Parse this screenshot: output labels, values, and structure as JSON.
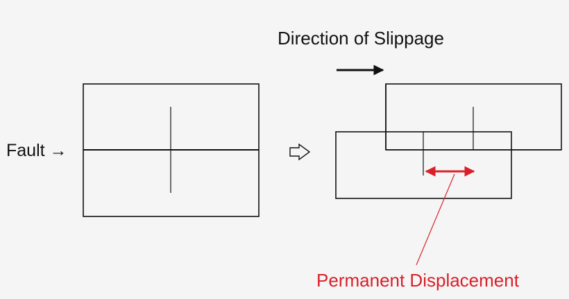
{
  "labels": {
    "direction": "Direction of Slippage",
    "fault": "Fault →",
    "displacement": "Permanent Displacement"
  },
  "colors": {
    "background": "#f5f5f5",
    "line": "#111111",
    "accent": "#d9202a"
  },
  "icons": {
    "transition": "outline-right-arrow-icon",
    "direction": "right-arrow-icon",
    "displacement": "double-headed-arrow-icon"
  }
}
